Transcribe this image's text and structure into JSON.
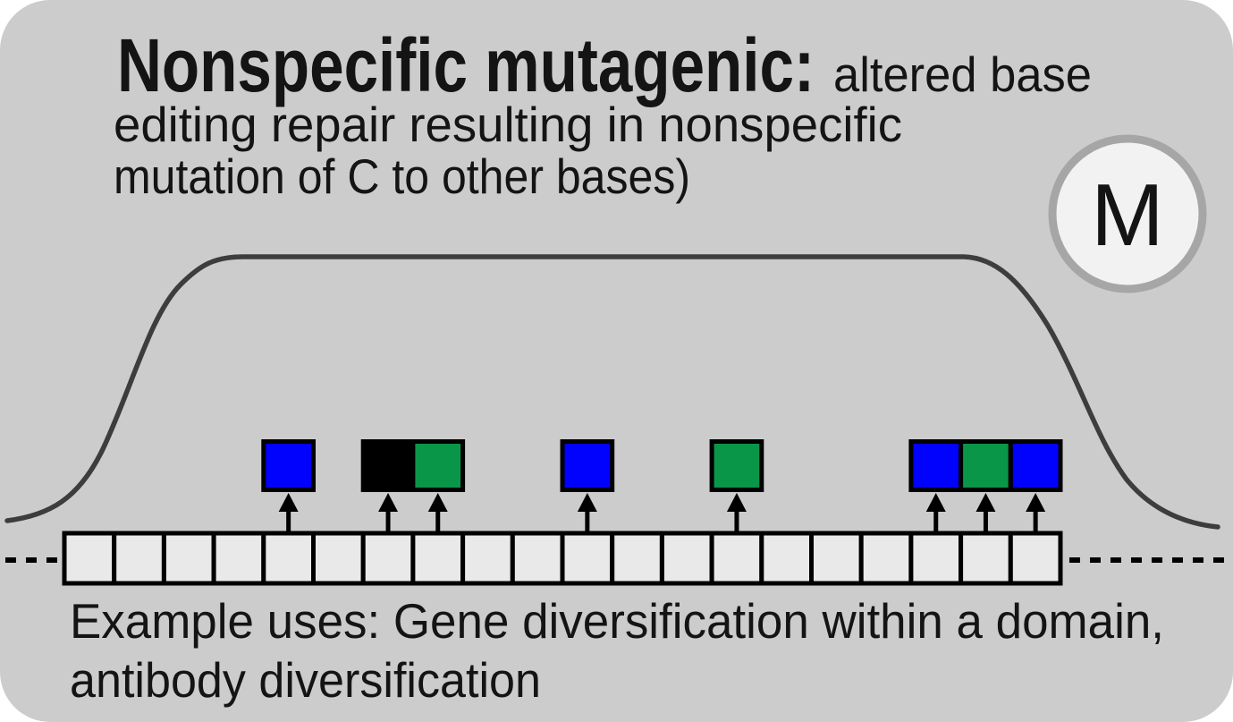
{
  "card": {
    "title_bold": "Nonspecific mutagenic:",
    "title_line1_rest": "altered base",
    "title_line2": "editing repair resulting in nonspecific",
    "title_line3": "mutation of C to other bases)",
    "footer_line1": "Example uses: Gene diversification within a domain,",
    "footer_line2": "antibody diversification",
    "badge_letter": "M"
  },
  "colors": {
    "background": "#cccccc",
    "cell_fill": "#e9e9e9",
    "blue": "#0101fe",
    "green": "#0a9648",
    "black": "#000000",
    "curve": "#3d3d3d",
    "badge_ring": "#a6a6a6",
    "badge_fill": "#f2f2f2",
    "text": "#141414"
  },
  "genome": {
    "cell_count": 20,
    "mutations": [
      {
        "cell": 4,
        "color": "blue"
      },
      {
        "cell": 6,
        "color": "black"
      },
      {
        "cell": 7,
        "color": "green"
      },
      {
        "cell": 10,
        "color": "blue"
      },
      {
        "cell": 13,
        "color": "green"
      },
      {
        "cell": 17,
        "color": "blue"
      },
      {
        "cell": 18,
        "color": "green"
      },
      {
        "cell": 19,
        "color": "blue"
      }
    ]
  }
}
